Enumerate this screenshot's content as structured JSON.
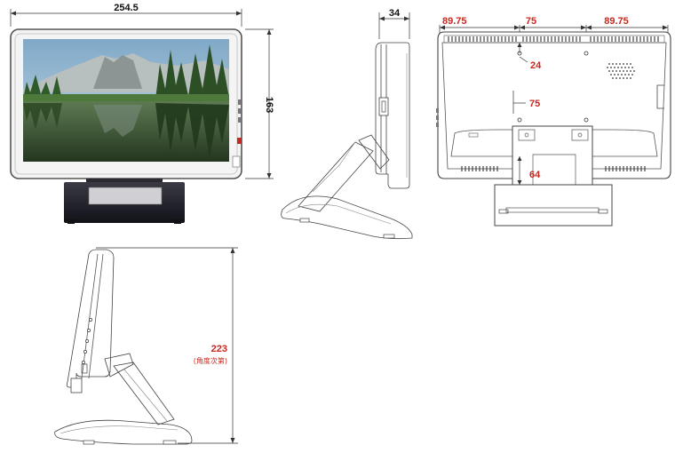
{
  "front_view": {
    "width_label": "254.5",
    "height_label": "163"
  },
  "side_view": {
    "depth_label": "34"
  },
  "rear_view": {
    "left_offset_label": "89.75",
    "vesa_width_label": "75",
    "right_offset_label": "89.75",
    "top_offset_label": "24",
    "vesa_height_label": "75",
    "stand_label": "64"
  },
  "tilt_view": {
    "overall_height_label": "223",
    "note": "(角度次第)"
  },
  "colors": {
    "dimension_red": "#c8281e",
    "outline": "#333333",
    "stand_dark": "#1a1a22"
  }
}
